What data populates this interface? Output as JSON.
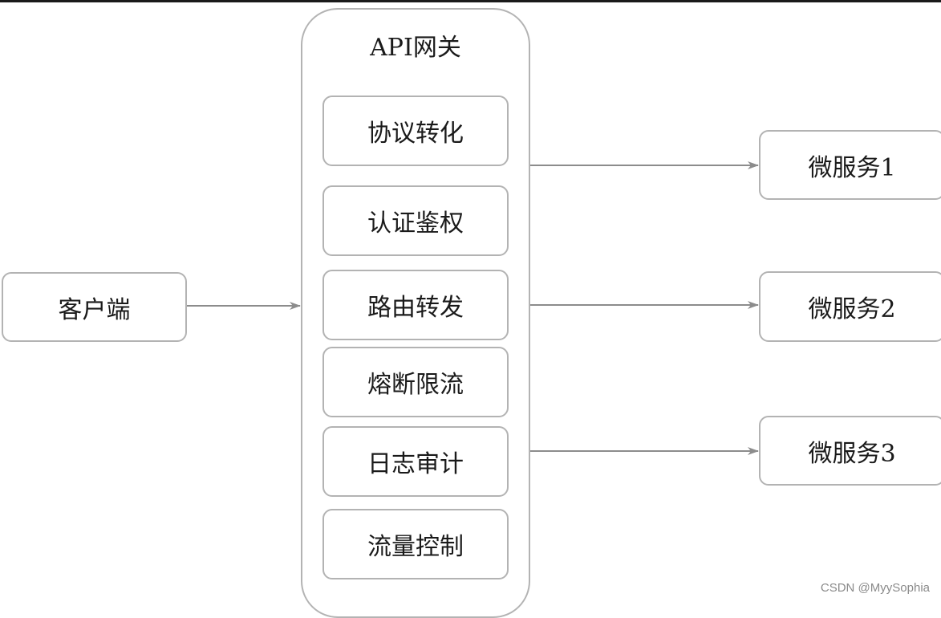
{
  "diagram": {
    "gateway": {
      "title": "API网关",
      "modules": [
        "协议转化",
        "认证鉴权",
        "路由转发",
        "熔断限流",
        "日志审计",
        "流量控制"
      ]
    },
    "client": {
      "label": "客户端"
    },
    "services": [
      "微服务1",
      "微服务2",
      "微服务3"
    ],
    "edges": [
      {
        "from": "客户端",
        "to": "API网关"
      },
      {
        "from": "API网关",
        "to": "微服务1"
      },
      {
        "from": "API网关",
        "to": "微服务2"
      },
      {
        "from": "API网关",
        "to": "微服务3"
      }
    ]
  },
  "watermark": "CSDN @MyySophia",
  "colors": {
    "border": "#b3b3b3",
    "arrow": "#8c8c8c",
    "text": "#1a1a1a"
  }
}
